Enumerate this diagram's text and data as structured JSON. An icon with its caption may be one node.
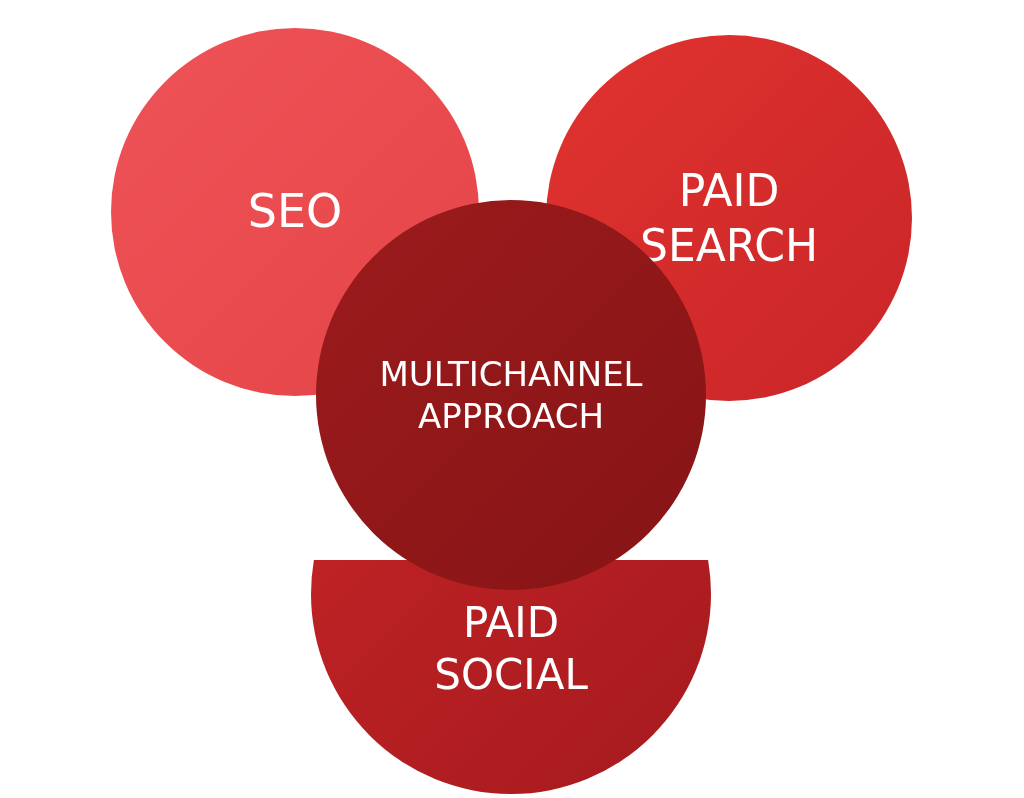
{
  "diagram": {
    "nodes": [
      {
        "text": [
          "SEO"
        ]
      },
      {
        "text": [
          "PAID SEARCH"
        ]
      },
      {
        "text": [
          "MULTICHANNEL APPROACH"
        ]
      },
      {
        "text": [
          "PAID SOCIAL"
        ]
      }
    ]
  }
}
